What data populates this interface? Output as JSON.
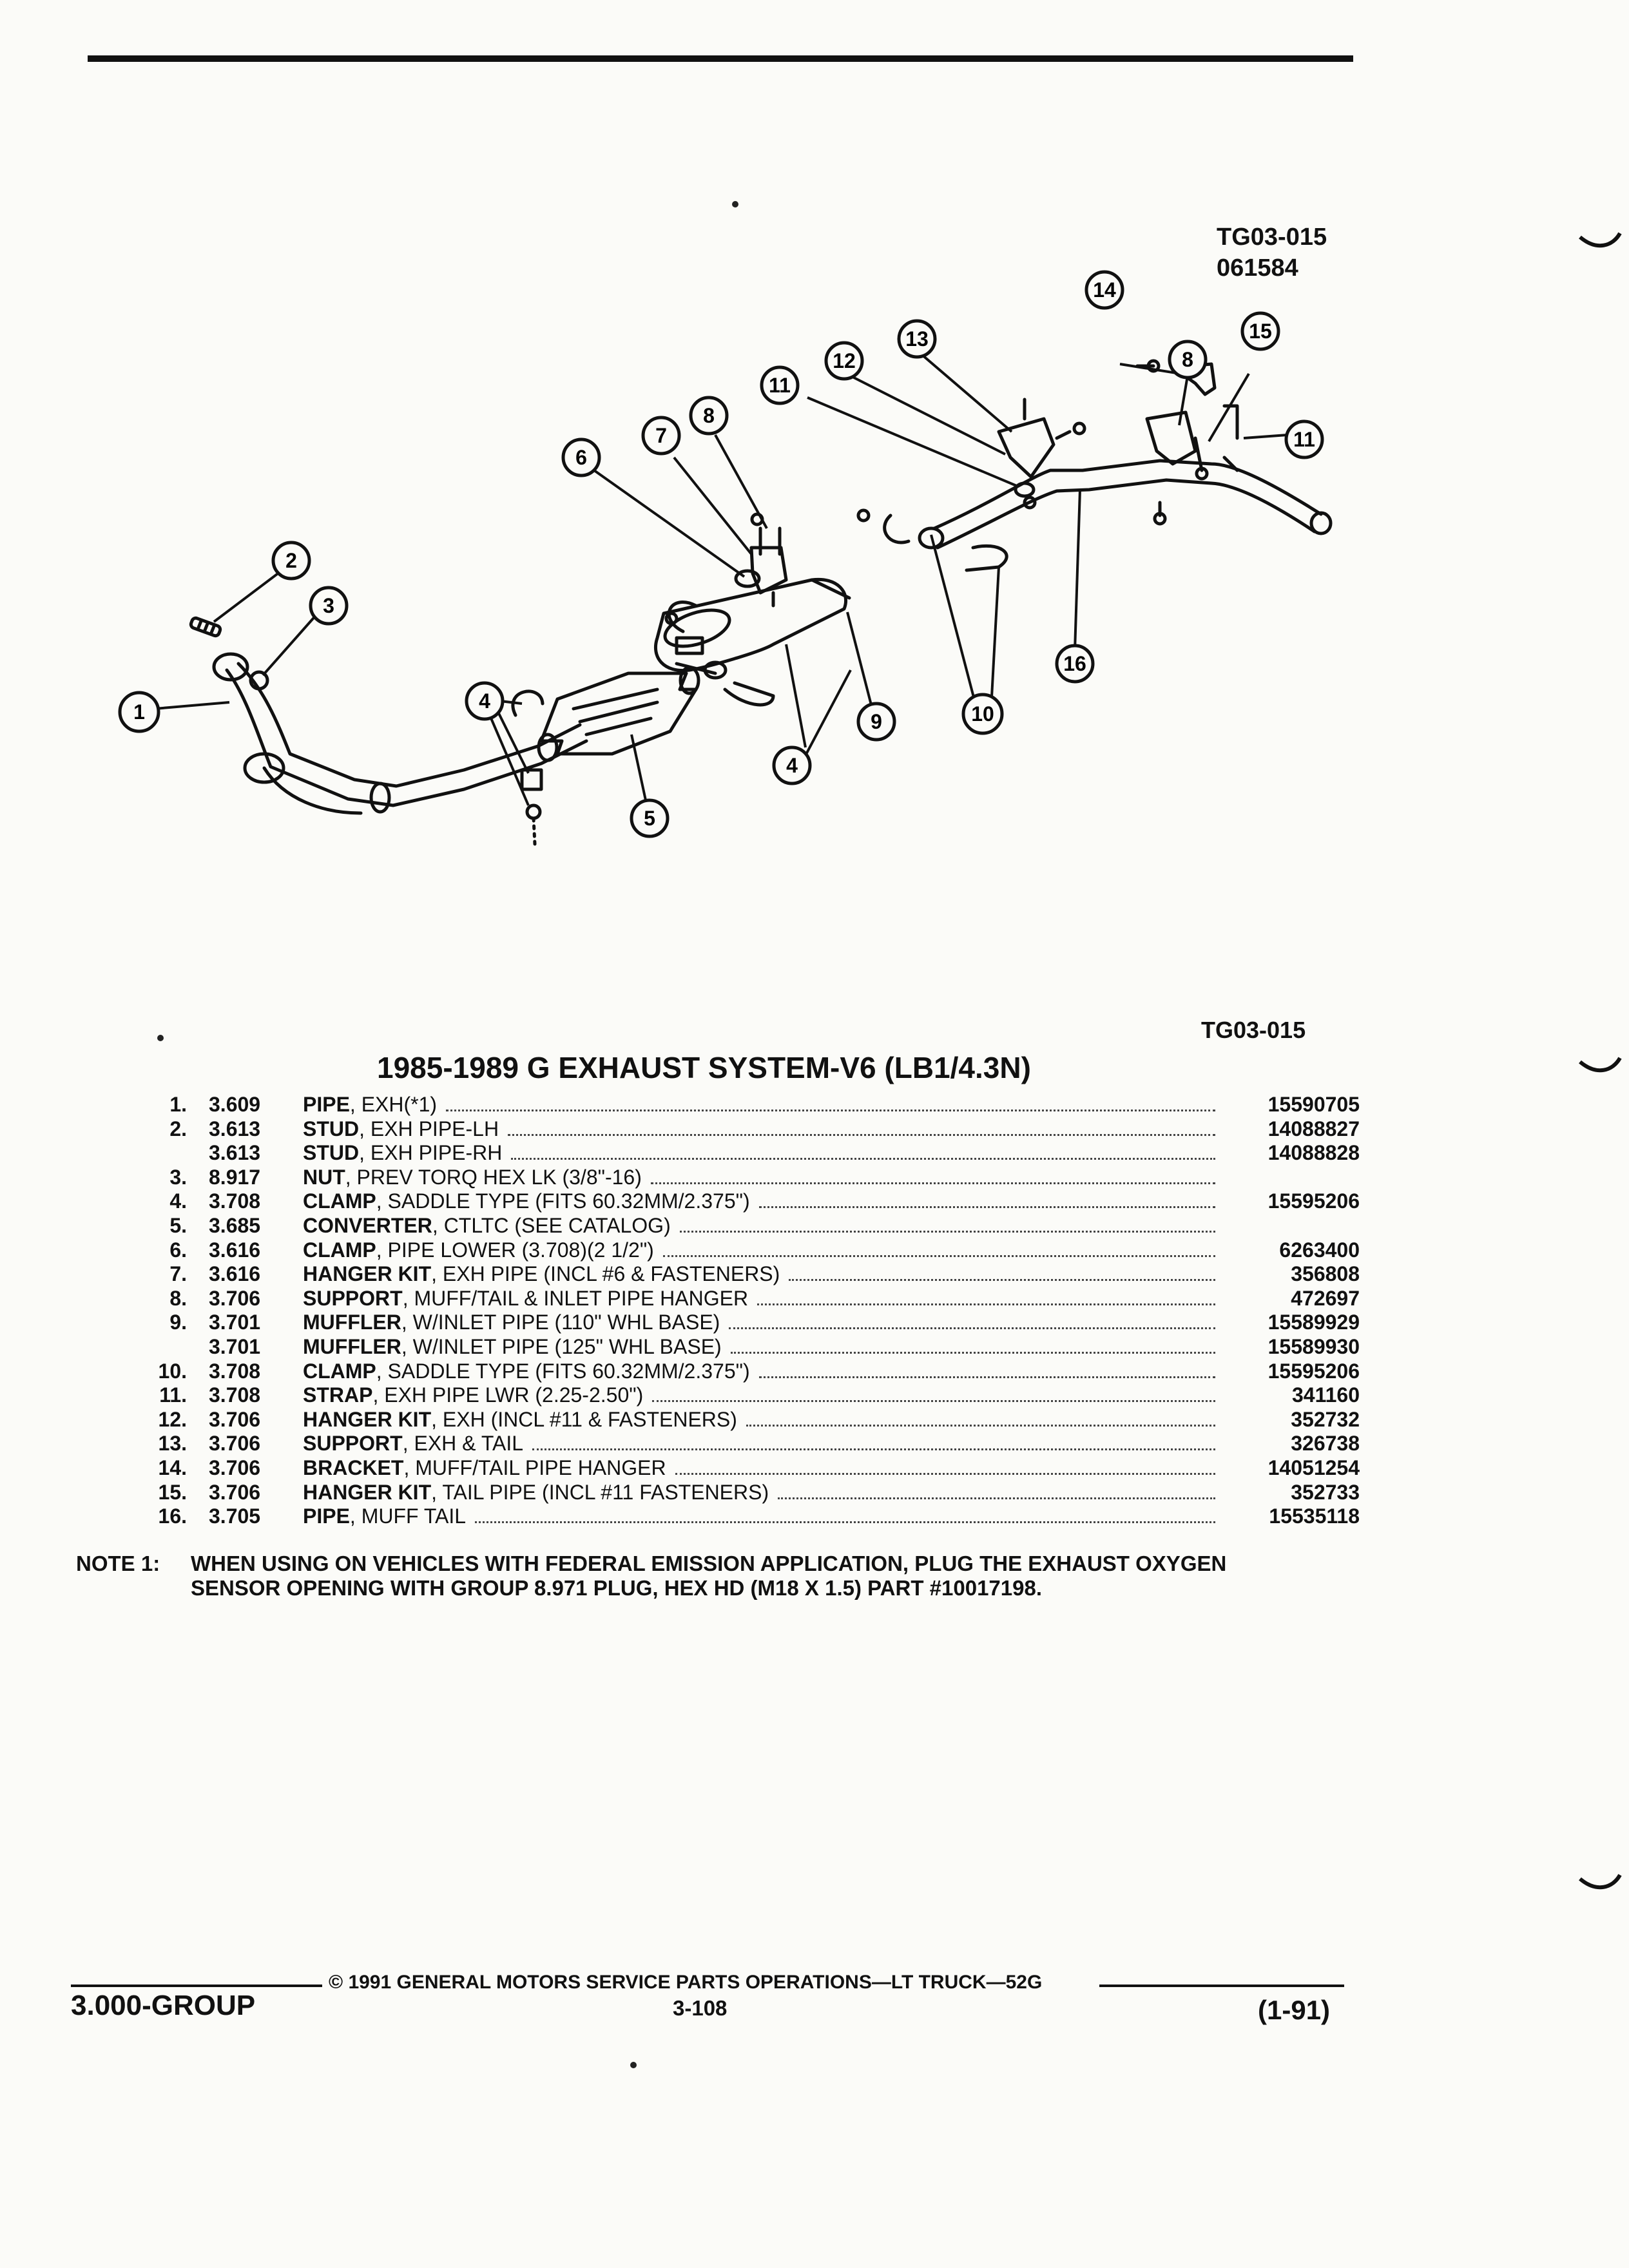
{
  "figure": {
    "code": "TG03-015",
    "date": "061584",
    "callouts": [
      "1",
      "2",
      "3",
      "4",
      "4",
      "5",
      "6",
      "7",
      "8",
      "8",
      "9",
      "10",
      "11",
      "11",
      "12",
      "13",
      "14",
      "15",
      "16"
    ]
  },
  "ref_code": "TG03-015",
  "title": "1985-1989 G EXHAUST SYSTEM-V6 (LB1/4.3N)",
  "parts": [
    {
      "num": "1.",
      "group": "3.609",
      "name": "PIPE",
      "desc": ", EXH(*1)",
      "part": "15590705"
    },
    {
      "num": "2.",
      "group": "3.613",
      "name": "STUD",
      "desc": ", EXH PIPE-LH",
      "part": "14088827"
    },
    {
      "num": "",
      "group": "3.613",
      "name": "STUD",
      "desc": ", EXH PIPE-RH",
      "part": "14088828"
    },
    {
      "num": "3.",
      "group": "8.917",
      "name": "NUT",
      "desc": ", PREV TORQ HEX LK (3/8\"-16)",
      "part": ""
    },
    {
      "num": "4.",
      "group": "3.708",
      "name": "CLAMP",
      "desc": ", SADDLE TYPE (FITS 60.32MM/2.375\")",
      "part": "15595206"
    },
    {
      "num": "5.",
      "group": "3.685",
      "name": "CONVERTER",
      "desc": ", CTLTC (SEE CATALOG)",
      "part": ""
    },
    {
      "num": "6.",
      "group": "3.616",
      "name": "CLAMP",
      "desc": ", PIPE LOWER (3.708)(2 1/2\")",
      "part": "6263400"
    },
    {
      "num": "7.",
      "group": "3.616",
      "name": "HANGER KIT",
      "desc": ", EXH PIPE (INCL #6 & FASTENERS)",
      "part": "356808"
    },
    {
      "num": "8.",
      "group": "3.706",
      "name": "SUPPORT",
      "desc": ", MUFF/TAIL & INLET PIPE HANGER",
      "part": "472697"
    },
    {
      "num": "9.",
      "group": "3.701",
      "name": "MUFFLER",
      "desc": ", W/INLET PIPE (110\" WHL BASE)",
      "part": "15589929"
    },
    {
      "num": "",
      "group": "3.701",
      "name": "MUFFLER",
      "desc": ", W/INLET PIPE (125\" WHL BASE)",
      "part": "15589930"
    },
    {
      "num": "10.",
      "group": "3.708",
      "name": "CLAMP",
      "desc": ", SADDLE TYPE (FITS 60.32MM/2.375\")",
      "part": "15595206"
    },
    {
      "num": "11.",
      "group": "3.708",
      "name": "STRAP",
      "desc": ", EXH PIPE LWR (2.25-2.50\")",
      "part": "341160"
    },
    {
      "num": "12.",
      "group": "3.706",
      "name": "HANGER KIT",
      "desc": ", EXH (INCL #11 & FASTENERS)",
      "part": "352732"
    },
    {
      "num": "13.",
      "group": "3.706",
      "name": "SUPPORT",
      "desc": ", EXH & TAIL",
      "part": "326738"
    },
    {
      "num": "14.",
      "group": "3.706",
      "name": "BRACKET",
      "desc": ", MUFF/TAIL PIPE HANGER",
      "part": "14051254"
    },
    {
      "num": "15.",
      "group": "3.706",
      "name": "HANGER KIT",
      "desc": ", TAIL PIPE (INCL #11 FASTENERS)",
      "part": "352733"
    },
    {
      "num": "16.",
      "group": "3.705",
      "name": "PIPE",
      "desc": ", MUFF TAIL",
      "part": "15535118"
    }
  ],
  "note": {
    "label": "NOTE  1:",
    "line1": "WHEN USING ON VEHICLES WITH FEDERAL EMISSION APPLICATION, PLUG THE EXHAUST OXYGEN",
    "line2": "SENSOR OPENING WITH GROUP 8.971 PLUG, HEX HD (M18 X 1.5) PART #10017198."
  },
  "footer": {
    "group": "3.000-GROUP",
    "copyright": "©  1991  GENERAL MOTORS SERVICE PARTS OPERATIONS—LT TRUCK—52G",
    "page": "3-108",
    "revision": "(1-91)"
  }
}
